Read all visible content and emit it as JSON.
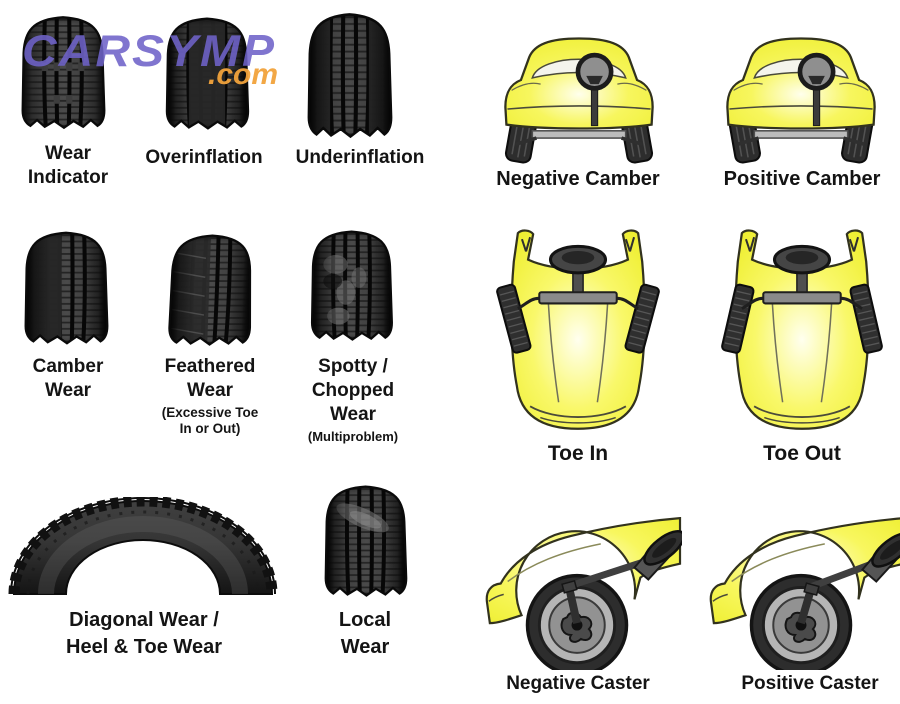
{
  "brand": {
    "name": "CARSYMP",
    "tld": ".com"
  },
  "colors": {
    "brand_purple": "#6f63c9",
    "tld_orange": "#f2a33c",
    "car_yellow": "#f2f13e",
    "car_highlight": "#ffffec",
    "tire_dark": "#2d2d2d",
    "rim_gray": "#b5b5b5",
    "label_text": "#141414",
    "background": "#ffffff"
  },
  "tires": {
    "wear_indicator": [
      "Wear",
      "Indicator"
    ],
    "overinflation": [
      "Overinflation"
    ],
    "underinflation": [
      "Underinflation"
    ],
    "camber_wear": [
      "Camber",
      "Wear"
    ],
    "feathered_wear": [
      "Feathered",
      "Wear"
    ],
    "feathered_note": [
      "(Excessive Toe",
      "In or Out)"
    ],
    "spotty": [
      "Spotty /",
      "Chopped",
      "Wear"
    ],
    "spotty_note": [
      "(Multiproblem)"
    ],
    "diagonal": [
      "Diagonal Wear /",
      "Heel & Toe Wear"
    ],
    "local": [
      "Local",
      "Wear"
    ]
  },
  "alignment": {
    "negative_camber": "Negative Camber",
    "positive_camber": "Positive Camber",
    "toe_in": "Toe In",
    "toe_out": "Toe Out",
    "negative_caster": "Negative Caster",
    "positive_caster": "Positive Caster"
  }
}
